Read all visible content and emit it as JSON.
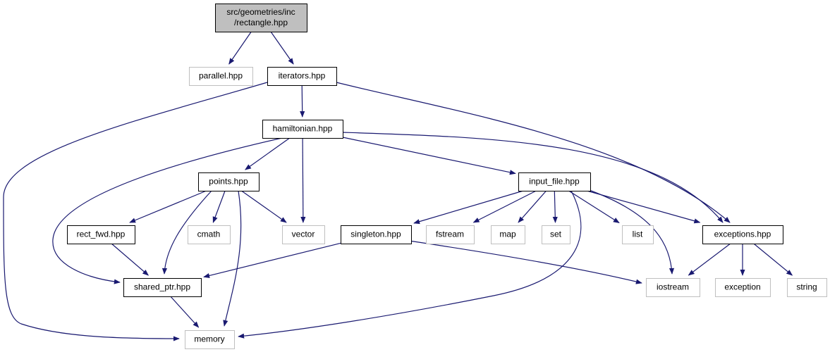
{
  "graph": {
    "edge_color": "#191970",
    "root_fill": "#bfbfbf",
    "system_border": "#bfbfbf",
    "nodes": [
      {
        "id": "root",
        "kind": "root",
        "lines": [
          "src/geometries/inc",
          "/rectangle.hpp"
        ]
      },
      {
        "id": "parallel",
        "kind": "system",
        "lines": [
          "parallel.hpp"
        ]
      },
      {
        "id": "iterators",
        "kind": "local",
        "lines": [
          "iterators.hpp"
        ]
      },
      {
        "id": "hamiltonian",
        "kind": "local",
        "lines": [
          "hamiltonian.hpp"
        ]
      },
      {
        "id": "points",
        "kind": "local",
        "lines": [
          "points.hpp"
        ]
      },
      {
        "id": "input_file",
        "kind": "local",
        "lines": [
          "input_file.hpp"
        ]
      },
      {
        "id": "rect_fwd",
        "kind": "local",
        "lines": [
          "rect_fwd.hpp"
        ]
      },
      {
        "id": "cmath",
        "kind": "system",
        "lines": [
          "cmath"
        ]
      },
      {
        "id": "vector",
        "kind": "system",
        "lines": [
          "vector"
        ]
      },
      {
        "id": "singleton",
        "kind": "local",
        "lines": [
          "singleton.hpp"
        ]
      },
      {
        "id": "fstream",
        "kind": "system",
        "lines": [
          "fstream"
        ]
      },
      {
        "id": "map",
        "kind": "system",
        "lines": [
          "map"
        ]
      },
      {
        "id": "set",
        "kind": "system",
        "lines": [
          "set"
        ]
      },
      {
        "id": "list",
        "kind": "system",
        "lines": [
          "list"
        ]
      },
      {
        "id": "exceptions",
        "kind": "local",
        "lines": [
          "exceptions.hpp"
        ]
      },
      {
        "id": "shared_ptr",
        "kind": "local",
        "lines": [
          "shared_ptr.hpp"
        ]
      },
      {
        "id": "iostream",
        "kind": "system",
        "lines": [
          "iostream"
        ]
      },
      {
        "id": "exception",
        "kind": "system",
        "lines": [
          "exception"
        ]
      },
      {
        "id": "string",
        "kind": "system",
        "lines": [
          "string"
        ]
      },
      {
        "id": "memory",
        "kind": "system",
        "lines": [
          "memory"
        ]
      }
    ],
    "edges": [
      {
        "from": "root",
        "to": "parallel"
      },
      {
        "from": "root",
        "to": "iterators"
      },
      {
        "from": "iterators",
        "to": "hamiltonian"
      },
      {
        "from": "iterators",
        "to": "memory"
      },
      {
        "from": "iterators",
        "to": "exceptions"
      },
      {
        "from": "hamiltonian",
        "to": "points"
      },
      {
        "from": "hamiltonian",
        "to": "vector"
      },
      {
        "from": "hamiltonian",
        "to": "input_file"
      },
      {
        "from": "hamiltonian",
        "to": "exceptions"
      },
      {
        "from": "hamiltonian",
        "to": "shared_ptr"
      },
      {
        "from": "points",
        "to": "rect_fwd"
      },
      {
        "from": "points",
        "to": "cmath"
      },
      {
        "from": "points",
        "to": "vector"
      },
      {
        "from": "points",
        "to": "shared_ptr"
      },
      {
        "from": "points",
        "to": "memory"
      },
      {
        "from": "rect_fwd",
        "to": "shared_ptr"
      },
      {
        "from": "input_file",
        "to": "singleton"
      },
      {
        "from": "input_file",
        "to": "fstream"
      },
      {
        "from": "input_file",
        "to": "map"
      },
      {
        "from": "input_file",
        "to": "set"
      },
      {
        "from": "input_file",
        "to": "list"
      },
      {
        "from": "input_file",
        "to": "exceptions"
      },
      {
        "from": "input_file",
        "to": "iostream"
      },
      {
        "from": "input_file",
        "to": "memory"
      },
      {
        "from": "singleton",
        "to": "shared_ptr"
      },
      {
        "from": "singleton",
        "to": "iostream"
      },
      {
        "from": "shared_ptr",
        "to": "memory"
      },
      {
        "from": "exceptions",
        "to": "iostream"
      },
      {
        "from": "exceptions",
        "to": "exception"
      },
      {
        "from": "exceptions",
        "to": "string"
      }
    ]
  }
}
